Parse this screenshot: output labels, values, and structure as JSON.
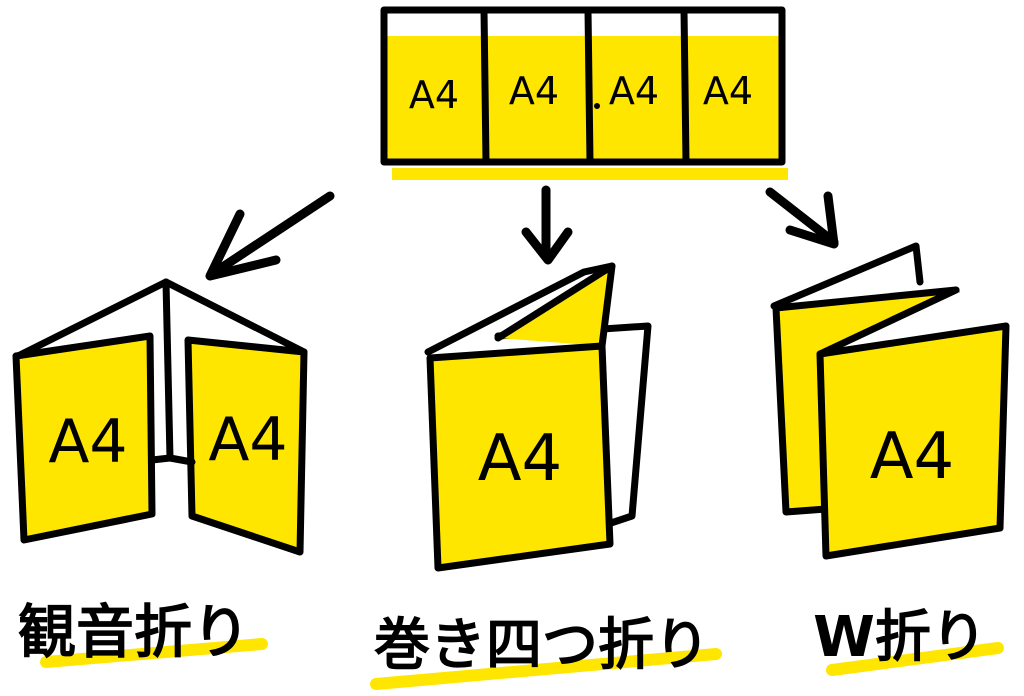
{
  "sheet": {
    "panels": [
      "A4",
      "A4",
      "A4",
      "A4"
    ]
  },
  "folds": [
    {
      "panel_labels": [
        "A4",
        "A4"
      ],
      "caption": "観音折り"
    },
    {
      "panel_labels": [
        "A4"
      ],
      "caption": "巻き四つ折り"
    },
    {
      "panel_labels": [
        "A4"
      ],
      "caption": "W折り"
    }
  ],
  "colors": {
    "accent": "#ffe600",
    "ink": "#000000",
    "paper": "#ffffff"
  }
}
